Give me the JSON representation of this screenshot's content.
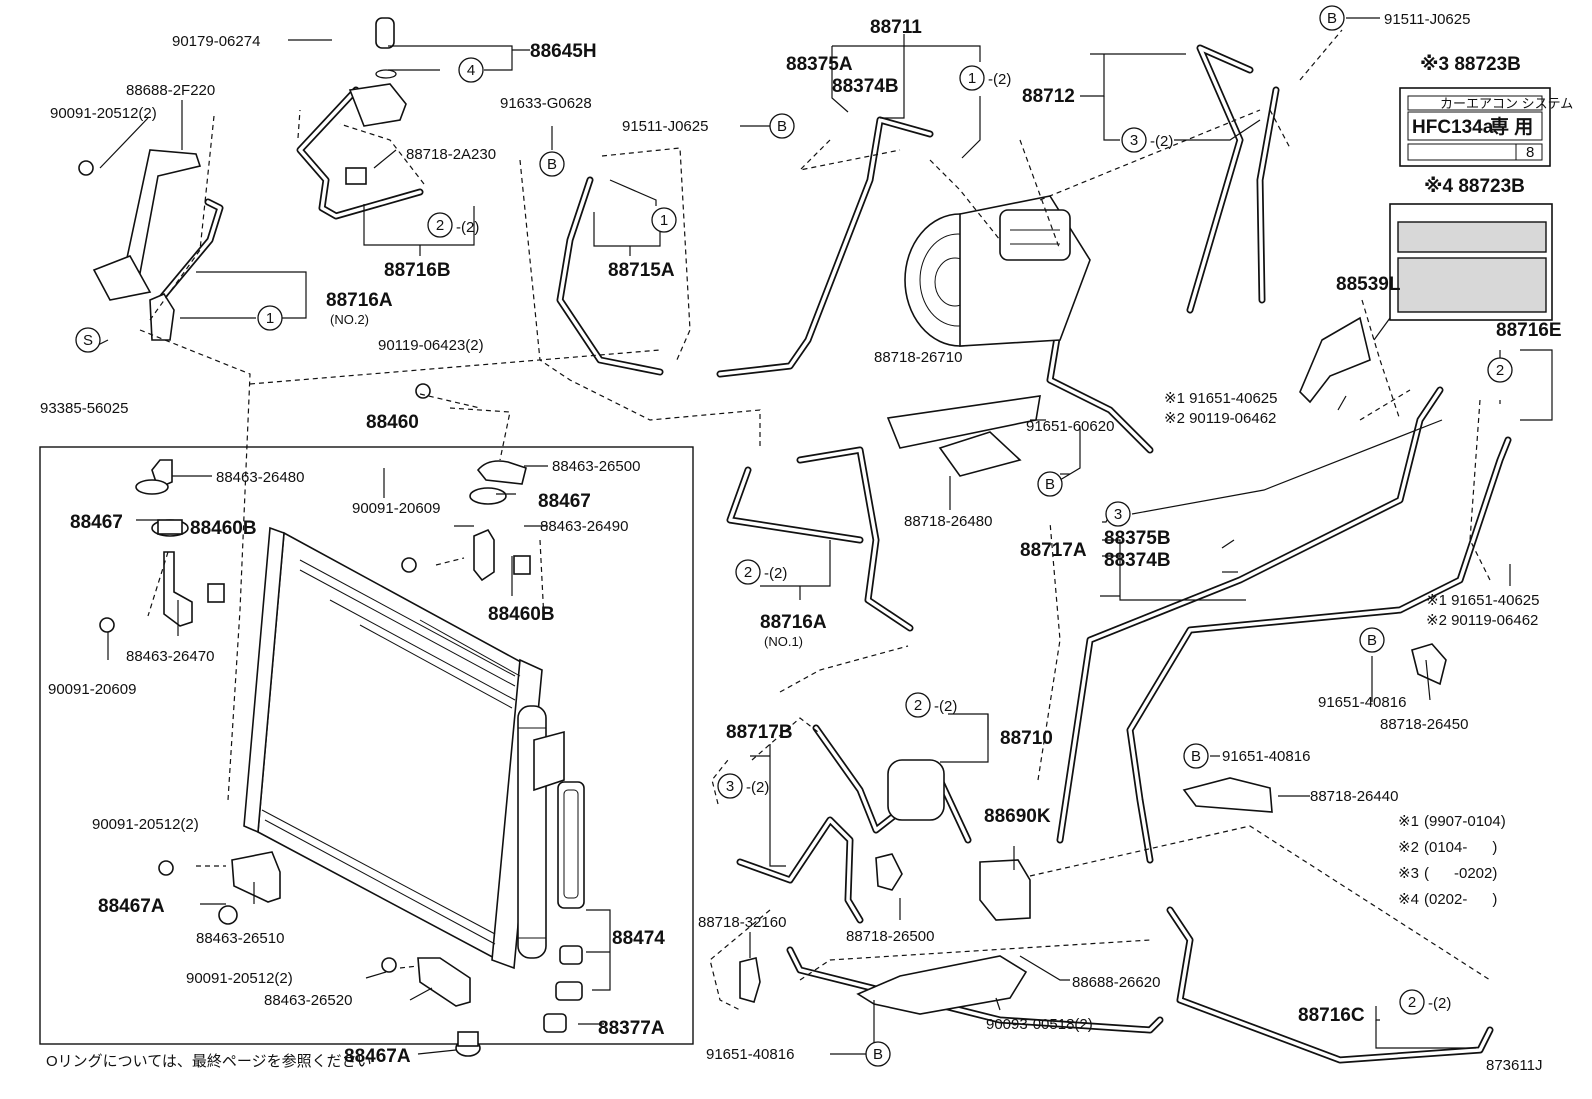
{
  "diagram_id": "873611J",
  "footer_note": "Oリングについては、最終ページを参照ください",
  "labels": {
    "p88645H": "88645H",
    "p90179_06274": "90179-06274",
    "p88688_2F220": "88688-2F220",
    "p90091_20512_2_a": "90091-20512(2)",
    "p88718_2A230": "88718-2A230",
    "p88716B": "88716B",
    "p88716A_top": "88716A",
    "no2": "(NO.2)",
    "p93385_56025": "93385-56025",
    "p90119_06423": "90119-06423(2)",
    "p91633_G0628": "91633-G0628",
    "p91511_J0625_a": "91511-J0625",
    "p88715A": "88715A",
    "p88711": "88711",
    "p88375A": "88375A",
    "p88374B": "88374B",
    "p88712": "88712",
    "p91511_J0625_b": "91511-J0625",
    "p88723B_3": "※3 88723B",
    "p88723B_4": "※4 88723B",
    "hfc_label": "HFC134a",
    "hfc_suffix": "専 用",
    "hfc_header": "カーエアコン システム",
    "hfc_num": "8",
    "p88539L": "88539L",
    "p88716E": "88716E",
    "p88460": "88460",
    "p88463_26480": "88463-26480",
    "p88463_26500": "88463-26500",
    "p88467_a": "88467",
    "p88467_b": "88467",
    "p88460B_a": "88460B",
    "p88460B_b": "88460B",
    "p90091_20609_a": "90091-20609",
    "p90091_20609_b": "90091-20609",
    "p88463_26490": "88463-26490",
    "p88463_26470": "88463-26470",
    "p88718_26710": "88718-26710",
    "p91651_60620": "91651-60620",
    "p88718_26480": "88718-26480",
    "p91651_40625_a": "※1 91651-40625",
    "p90119_06462_a": "※2 90119-06462",
    "p91651_40625_b": "※1 91651-40625",
    "p90119_06462_b": "※2 90119-06462",
    "p88716A_mid": "88716A",
    "no1": "(NO.1)",
    "p88717A": "88717A",
    "p88375B": "88375B",
    "p88374B_b": "88374B",
    "p91651_40816_a": "91651-40816",
    "p88718_26450": "88718-26450",
    "p91651_40816_b": "91651-40816",
    "p88718_26440": "88718-26440",
    "p88717B": "88717B",
    "p88710": "88710",
    "p88690K": "88690K",
    "p90091_20512_2_b": "90091-20512(2)",
    "p88467A_a": "88467A",
    "p88463_26510": "88463-26510",
    "p90091_20512_2_c": "90091-20512(2)",
    "p88463_26520": "88463-26520",
    "p88467A_b": "88467A",
    "p88474": "88474",
    "p88377A": "88377A",
    "p88718_32160": "88718-32160",
    "p88718_26500": "88718-26500",
    "p88688_26620": "88688-26620",
    "p90093_00518": "90093-00518(2)",
    "p91651_40816_c": "91651-40816",
    "p88716C": "88716C",
    "qty2": "-(2)"
  },
  "callouts": {
    "one": "1",
    "two": "2",
    "three": "3",
    "four": "4",
    "B": "B",
    "S": "S"
  },
  "legend": [
    {
      "mark": "※1",
      "range": "(9907-0104)"
    },
    {
      "mark": "※2",
      "range": "(0104-      )"
    },
    {
      "mark": "※3",
      "range": "(      -0202)"
    },
    {
      "mark": "※4",
      "range": "(0202-      )"
    }
  ]
}
